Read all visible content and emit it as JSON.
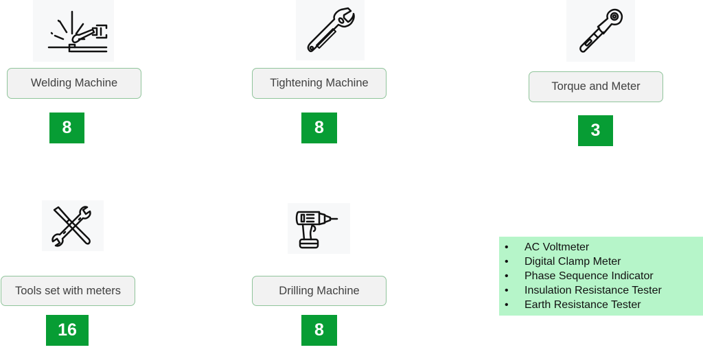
{
  "cards": [
    {
      "label": "Welding Machine",
      "count": "8",
      "icon": "welding-torch-icon"
    },
    {
      "label": "Tightening Machine",
      "count": "8",
      "icon": "adjustable-wrench-icon"
    },
    {
      "label": "Torque and Meter",
      "count": "3",
      "icon": "torque-wrench-icon"
    },
    {
      "label": "Tools set with meters",
      "count": "16",
      "icon": "screwdriver-wrench-icon"
    },
    {
      "label": "Drilling Machine",
      "count": "8",
      "icon": "power-drill-icon"
    }
  ],
  "meters": {
    "bullet": "•",
    "items": [
      "AC Voltmeter",
      "Digital Clamp Meter",
      "Phase Sequence Indicator",
      "Insulation Resistance Tester",
      "Earth Resistance Tester"
    ]
  },
  "colors": {
    "count_badge": "#079d34",
    "label_border": "#8fc49a",
    "meter_list_bg": "#b6f5c9"
  }
}
